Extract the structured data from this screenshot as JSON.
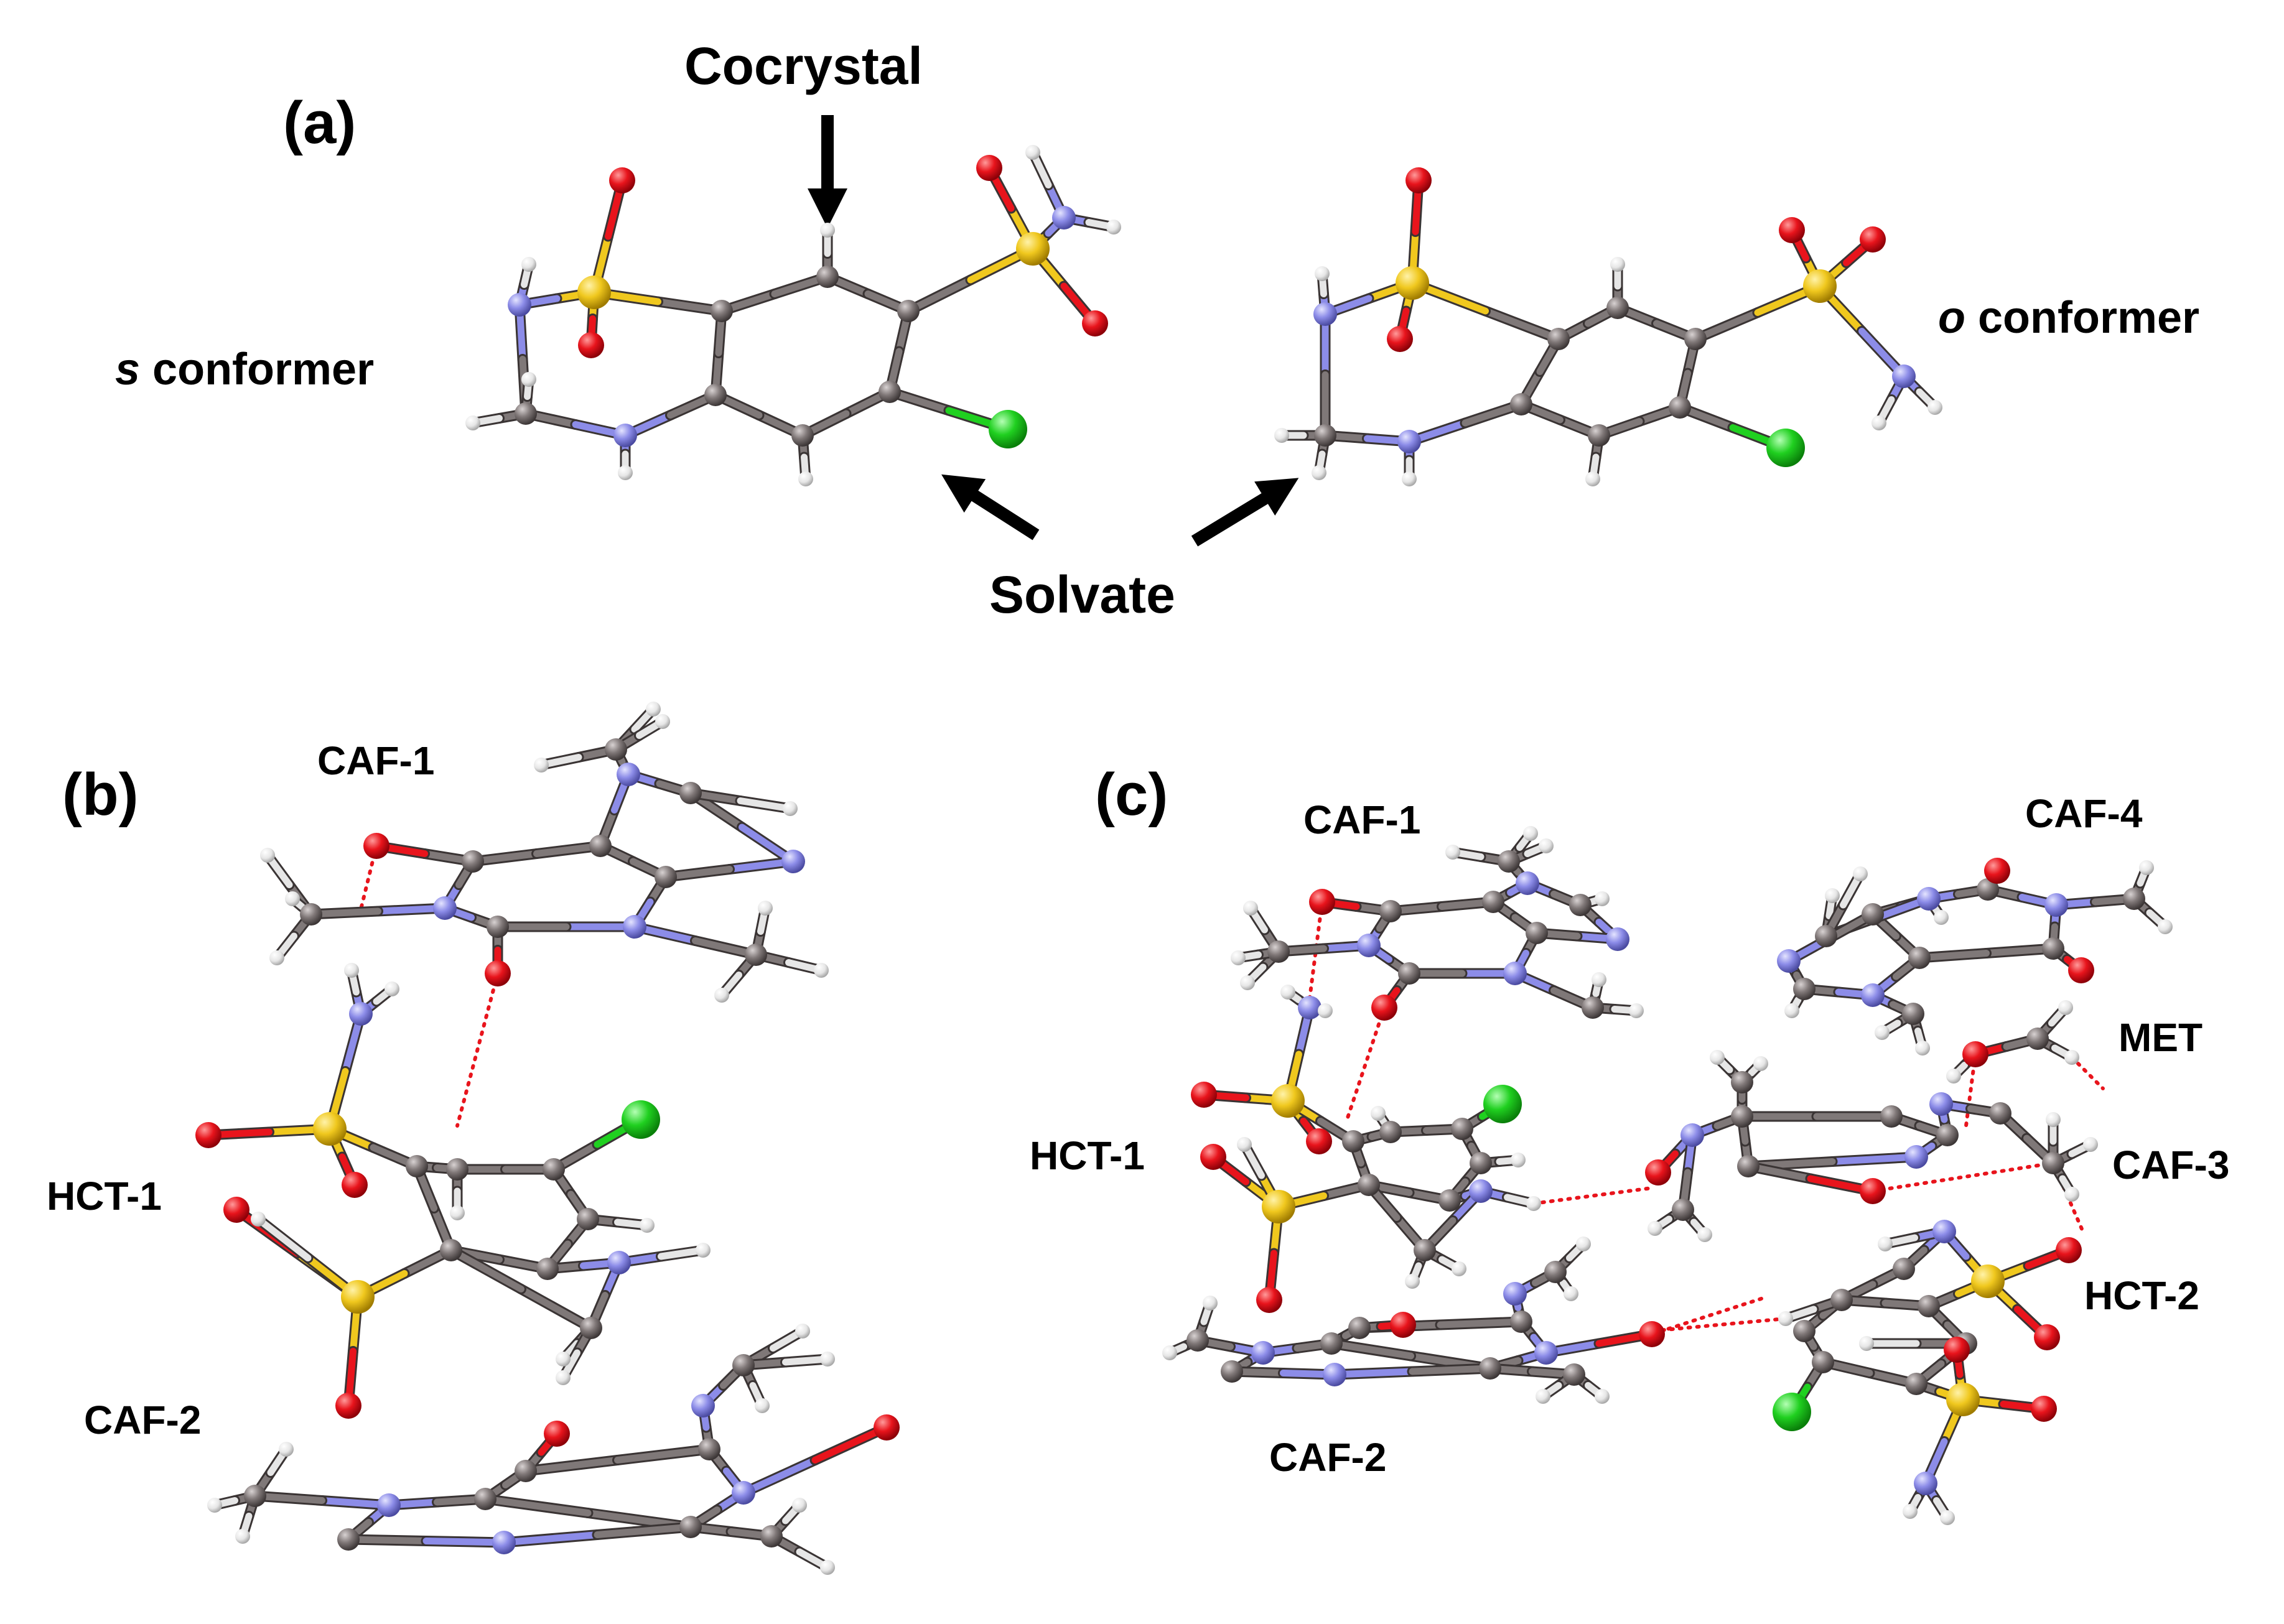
{
  "panels": {
    "a": "(a)",
    "b": "(b)",
    "c": "(c)"
  },
  "panel_a": {
    "cocrystal": "Cocrystal",
    "solvate": "Solvate",
    "s_conformer": {
      "prefix": "s",
      "rest": " conformer"
    },
    "o_conformer": {
      "prefix": "o",
      "rest": " conformer"
    }
  },
  "panel_b": {
    "labels": {
      "caf1": "CAF-1",
      "hct1": "HCT-1",
      "caf2": "CAF-2"
    }
  },
  "panel_c": {
    "labels": {
      "caf1": "CAF-1",
      "caf4": "CAF-4",
      "met": "MET",
      "hct1": "HCT-1",
      "caf3": "CAF-3",
      "hct2": "HCT-2",
      "caf2": "CAF-2"
    }
  },
  "colors": {
    "carbon": "#7f7878",
    "nitrogen": "#8c8ce8",
    "oxygen": "#e8141c",
    "sulfur": "#f0c81e",
    "chlorine": "#20d020",
    "hydrogen": "#e6e6e6",
    "hbond": "#e8141c"
  }
}
